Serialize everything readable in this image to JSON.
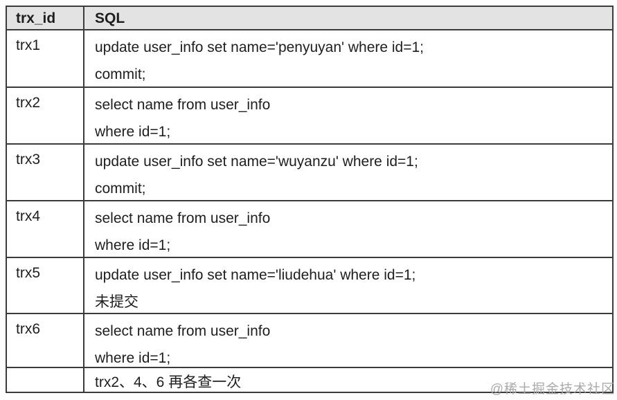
{
  "table": {
    "headers": {
      "col1": "trx_id",
      "col2": "SQL"
    },
    "rows": [
      {
        "trx_id": "trx1",
        "sql": [
          "update user_info set name='penyuyan' where id=1;",
          "commit;"
        ]
      },
      {
        "trx_id": "trx2",
        "sql": [
          "select name from user_info",
          "where id=1;"
        ]
      },
      {
        "trx_id": "trx3",
        "sql": [
          "update user_info set name='wuyanzu' where id=1;",
          "commit;"
        ]
      },
      {
        "trx_id": "trx4",
        "sql": [
          "select name from user_info",
          "where id=1;"
        ]
      },
      {
        "trx_id": "trx5",
        "sql": [
          "update user_info set name='liudehua' where id=1;",
          "未提交"
        ]
      },
      {
        "trx_id": "trx6",
        "sql": [
          "select name from user_info",
          "where id=1;"
        ]
      },
      {
        "trx_id": "",
        "sql": [
          "trx2、4、6 再各查一次"
        ]
      }
    ]
  },
  "watermark": {
    "text": "@稀土掘金技术社区"
  },
  "colors": {
    "header_background": "#e3e3e3",
    "border": "#3a3a3a",
    "text": "#1e1e1e",
    "watermark": "#ababab",
    "page_background": "#fdfdfd"
  }
}
